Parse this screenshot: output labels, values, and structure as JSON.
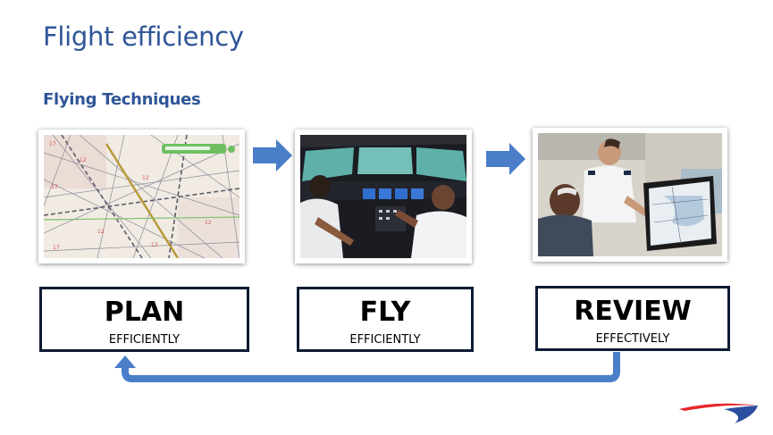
{
  "slide": {
    "title": "Flight efficiency",
    "subtitle": "Flying Techniques"
  },
  "steps": [
    {
      "label": "PLAN",
      "sublabel": "EFFICIENTLY"
    },
    {
      "label": "FLY",
      "sublabel": "EFFICIENTLY"
    },
    {
      "label": "REVIEW",
      "sublabel": "EFFECTIVELY"
    }
  ],
  "colors": {
    "title": "#2f5597",
    "arrow": "#4a7ec9",
    "box_border": "#0d1b33",
    "logo_red": "#e4262b",
    "logo_blue": "#2b4f9e"
  },
  "icons": {
    "flow_arrow": "right-arrow-icon",
    "loop_arrow": "loop-back-arrow-icon",
    "logo": "speedmarque-logo"
  }
}
